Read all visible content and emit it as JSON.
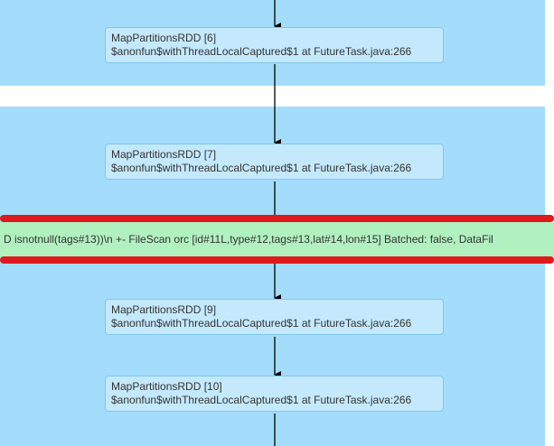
{
  "nodes": [
    {
      "title": "MapPartitionsRDD [6]",
      "subtitle": "$anonfun$withThreadLocalCaptured$1 at FutureTask.java:266"
    },
    {
      "title": "MapPartitionsRDD [7]",
      "subtitle": "$anonfun$withThreadLocalCaptured$1 at FutureTask.java:266"
    },
    {
      "title": "MapPartitionsRDD [9]",
      "subtitle": "$anonfun$withThreadLocalCaptured$1 at FutureTask.java:266"
    },
    {
      "title": "MapPartitionsRDD [10]",
      "subtitle": "$anonfun$withThreadLocalCaptured$1 at FutureTask.java:266"
    }
  ],
  "tooltip": {
    "text": "D isnotnull(tags#13))\\n +- FileScan orc [id#11L,type#12,tags#13,lat#14,lon#15] Batched: false, DataFil"
  },
  "colors": {
    "stage_background": "#a4dcfb",
    "node_background": "#c5e9fc",
    "node_border": "#7fc6ee",
    "tooltip_background": "#b1f1bf",
    "highlight_line": "#e0191d",
    "edge": "#000000"
  }
}
